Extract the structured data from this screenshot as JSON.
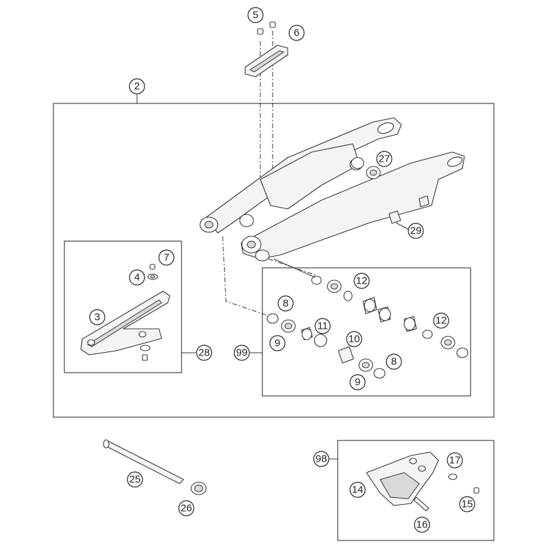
{
  "diagram": {
    "callouts": {
      "c2": "2",
      "c3": "3",
      "c4": "4",
      "c5": "5",
      "c6": "6",
      "c7": "7",
      "c8a": "8",
      "c8b": "8",
      "c9a": "9",
      "c9b": "9",
      "c10": "10",
      "c11": "11",
      "c12a": "12",
      "c12b": "12",
      "c14": "14",
      "c15": "15",
      "c16": "16",
      "c17": "17",
      "c25": "25",
      "c26": "26",
      "c27": "27",
      "c28": "28",
      "c29": "29",
      "c98": "98",
      "c99": "99"
    }
  }
}
